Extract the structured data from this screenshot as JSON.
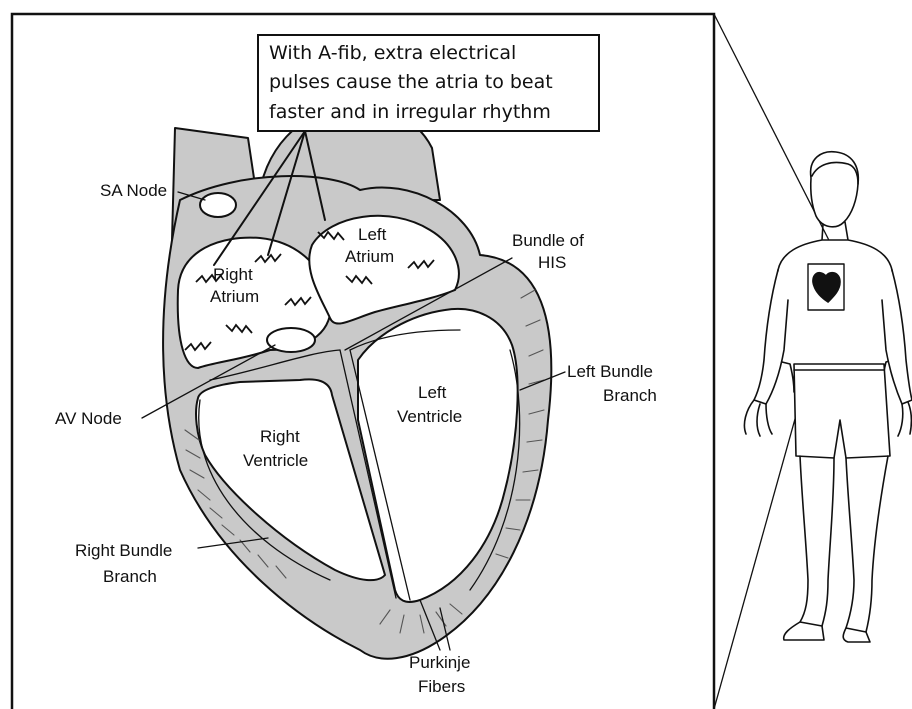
{
  "callout": {
    "line1": "With A-fib, extra electrical",
    "line2": "pulses cause the atria to beat",
    "line3": "faster and in irregular rhythm"
  },
  "labels": {
    "sa_node": "SA Node",
    "av_node": "AV Node",
    "right_atrium_1": "Right",
    "right_atrium_2": "Atrium",
    "left_atrium_1": "Left",
    "left_atrium_2": "Atrium",
    "bundle_of_his_1": "Bundle of",
    "bundle_of_his_2": "HIS",
    "left_ventricle_1": "Left",
    "left_ventricle_2": "Ventricle",
    "right_ventricle_1": "Right",
    "right_ventricle_2": "Ventricle",
    "left_bundle_branch_1": "Left Bundle",
    "left_bundle_branch_2": "Branch",
    "right_bundle_branch_1": "Right Bundle",
    "right_bundle_branch_2": "Branch",
    "purkinje_fibers_1": "Purkinje",
    "purkinje_fibers_2": "Fibers"
  }
}
